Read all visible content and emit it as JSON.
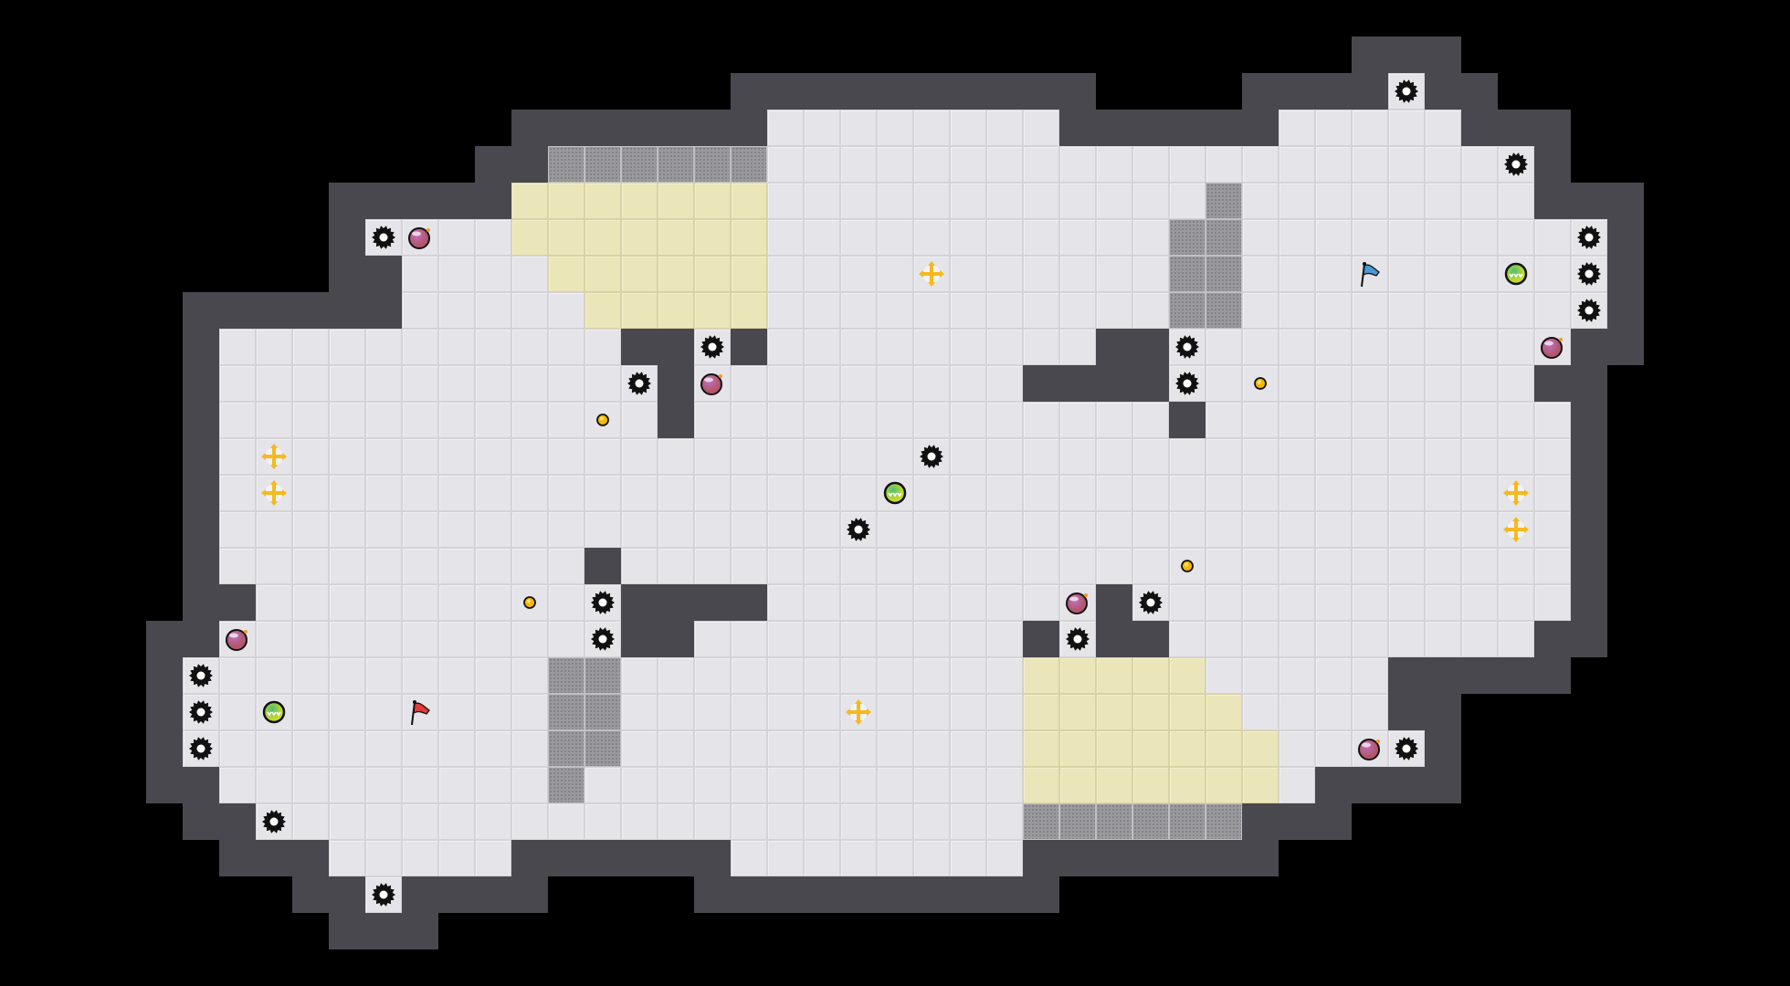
{
  "game": {
    "grid": {
      "cols": 49,
      "rows": 27
    },
    "floor_spans": [
      [
        2,
        38,
        38
      ],
      [
        3,
        21,
        28
      ],
      [
        3,
        35,
        39
      ],
      [
        4,
        15,
        41
      ],
      [
        5,
        14,
        41
      ],
      [
        6,
        10,
        43
      ],
      [
        7,
        11,
        43
      ],
      [
        8,
        11,
        43
      ],
      [
        9,
        6,
        42
      ],
      [
        10,
        6,
        41
      ],
      [
        11,
        6,
        42
      ],
      [
        12,
        6,
        42
      ],
      [
        13,
        6,
        42
      ],
      [
        14,
        6,
        42
      ],
      [
        15,
        6,
        42
      ],
      [
        16,
        7,
        42
      ],
      [
        17,
        6,
        41
      ],
      [
        18,
        5,
        37
      ],
      [
        19,
        5,
        37
      ],
      [
        20,
        5,
        38
      ],
      [
        21,
        6,
        35
      ],
      [
        22,
        7,
        33
      ],
      [
        23,
        9,
        13
      ],
      [
        23,
        20,
        27
      ],
      [
        24,
        10,
        10
      ]
    ],
    "yellow_spans": [
      [
        5,
        14,
        20
      ],
      [
        6,
        14,
        20
      ],
      [
        7,
        15,
        20
      ],
      [
        8,
        16,
        20
      ],
      [
        18,
        28,
        32
      ],
      [
        19,
        28,
        33
      ],
      [
        20,
        28,
        34
      ],
      [
        21,
        28,
        34
      ]
    ],
    "metal_spans": [
      [
        4,
        15,
        20
      ],
      [
        5,
        33,
        33
      ],
      [
        6,
        32,
        33
      ],
      [
        7,
        32,
        33
      ],
      [
        8,
        32,
        33
      ],
      [
        18,
        15,
        16
      ],
      [
        19,
        15,
        16
      ],
      [
        20,
        15,
        16
      ],
      [
        21,
        15,
        15
      ],
      [
        22,
        28,
        33
      ]
    ],
    "inner_walls": [
      [
        9,
        17
      ],
      [
        9,
        18
      ],
      [
        9,
        20
      ],
      [
        9,
        30
      ],
      [
        9,
        31
      ],
      [
        10,
        18
      ],
      [
        10,
        28
      ],
      [
        10,
        29
      ],
      [
        10,
        30
      ],
      [
        10,
        31
      ],
      [
        11,
        18
      ],
      [
        11,
        32
      ],
      [
        15,
        16
      ],
      [
        16,
        17
      ],
      [
        16,
        18
      ],
      [
        16,
        19
      ],
      [
        16,
        20
      ],
      [
        16,
        30
      ],
      [
        17,
        17
      ],
      [
        17,
        18
      ],
      [
        17,
        28
      ],
      [
        17,
        30
      ],
      [
        17,
        31
      ]
    ],
    "items": [
      {
        "type": "sawblade",
        "row": 6,
        "col": 10
      },
      {
        "type": "sawblade",
        "row": 2,
        "col": 38
      },
      {
        "type": "sawblade",
        "row": 4,
        "col": 41
      },
      {
        "type": "sawblade",
        "row": 6,
        "col": 43
      },
      {
        "type": "sawblade",
        "row": 7,
        "col": 43
      },
      {
        "type": "sawblade",
        "row": 8,
        "col": 43
      },
      {
        "type": "sawblade",
        "row": 9,
        "col": 19
      },
      {
        "type": "sawblade",
        "row": 10,
        "col": 17
      },
      {
        "type": "sawblade",
        "row": 9,
        "col": 32
      },
      {
        "type": "sawblade",
        "row": 10,
        "col": 32
      },
      {
        "type": "sawblade",
        "row": 12,
        "col": 25
      },
      {
        "type": "sawblade",
        "row": 14,
        "col": 23
      },
      {
        "type": "sawblade",
        "row": 16,
        "col": 16
      },
      {
        "type": "sawblade",
        "row": 17,
        "col": 16
      },
      {
        "type": "sawblade",
        "row": 16,
        "col": 31
      },
      {
        "type": "sawblade",
        "row": 17,
        "col": 29
      },
      {
        "type": "sawblade",
        "row": 18,
        "col": 5
      },
      {
        "type": "sawblade",
        "row": 19,
        "col": 5
      },
      {
        "type": "sawblade",
        "row": 20,
        "col": 5
      },
      {
        "type": "sawblade",
        "row": 22,
        "col": 7
      },
      {
        "type": "sawblade",
        "row": 24,
        "col": 10
      },
      {
        "type": "sawblade",
        "row": 20,
        "col": 38
      },
      {
        "type": "bomb",
        "row": 6,
        "col": 11
      },
      {
        "type": "bomb",
        "row": 10,
        "col": 19
      },
      {
        "type": "bomb",
        "row": 9,
        "col": 42
      },
      {
        "type": "bomb",
        "row": 16,
        "col": 29
      },
      {
        "type": "bomb",
        "row": 17,
        "col": 6
      },
      {
        "type": "bomb",
        "row": 20,
        "col": 37
      },
      {
        "type": "green-orb",
        "row": 7,
        "col": 41
      },
      {
        "type": "green-orb",
        "row": 13,
        "col": 24
      },
      {
        "type": "green-orb",
        "row": 19,
        "col": 7
      },
      {
        "type": "move-cross",
        "row": 7,
        "col": 25
      },
      {
        "type": "move-cross",
        "row": 12,
        "col": 7
      },
      {
        "type": "move-cross",
        "row": 13,
        "col": 7
      },
      {
        "type": "move-cross",
        "row": 13,
        "col": 41
      },
      {
        "type": "move-cross",
        "row": 14,
        "col": 41
      },
      {
        "type": "move-cross",
        "row": 19,
        "col": 23
      },
      {
        "type": "coin",
        "row": 11,
        "col": 16
      },
      {
        "type": "coin",
        "row": 10,
        "col": 34
      },
      {
        "type": "coin",
        "row": 16,
        "col": 14
      },
      {
        "type": "coin",
        "row": 15,
        "col": 32
      },
      {
        "type": "flag-blue",
        "row": 7,
        "col": 37
      },
      {
        "type": "flag-red",
        "row": 19,
        "col": 11
      }
    ],
    "colors": {
      "floor": "#e4e4e9",
      "yellow": "#ebe6b9",
      "wall": "#48484e",
      "metal": "#9a9a9e",
      "bomb": "#9b4f9a",
      "coin": "#f5b800",
      "orb": "#7cc242",
      "cross": "#f5b921",
      "flag_blue": "#4a9ad6",
      "flag_red": "#e03a3a"
    }
  }
}
